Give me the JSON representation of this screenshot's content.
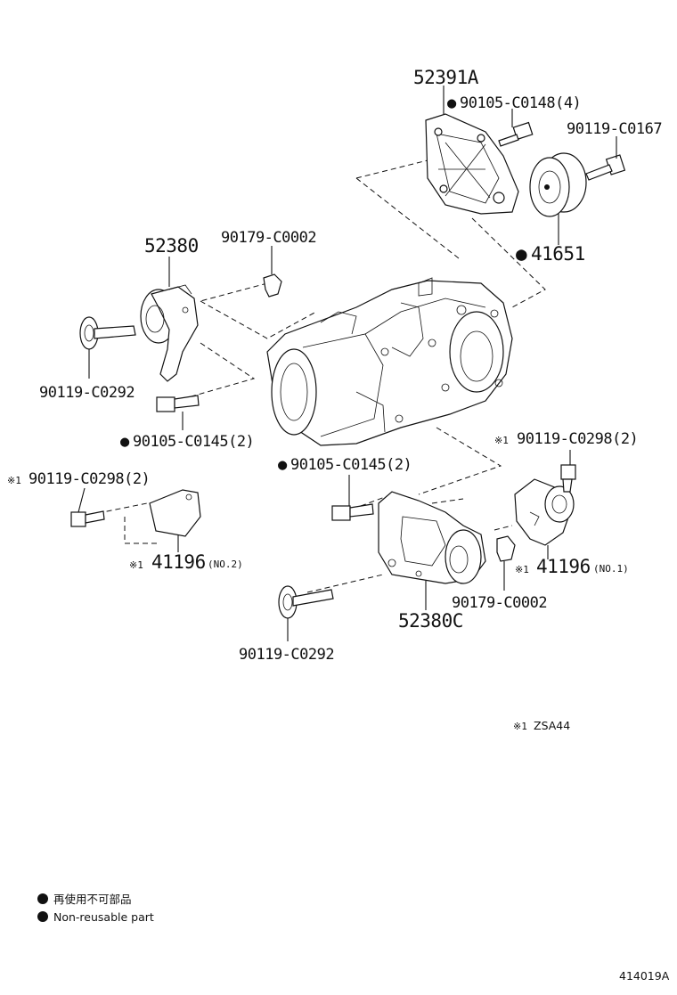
{
  "labels": {
    "p52391A": "52391A",
    "p90105_C0148": "90105-C0148(4)",
    "p90119_C0167": "90119-C0167",
    "p41651": "41651",
    "p52380": "52380",
    "p90179_top": "90179-C0002",
    "p90119_C0292_left": "90119-C0292",
    "p90105_C0145_left": "90105-C0145(2)",
    "p90119_C0298_right": "90119-C0298(2)",
    "p90105_C0145_mid": "90105-C0145(2)",
    "p90119_C0298_left": "90119-C0298(2)",
    "p41196_no2": "41196",
    "p41196_no2_suffix": "(NO.2)",
    "p41196_no1": "41196",
    "p41196_no1_suffix": "(NO.1)",
    "p90179_bottom": "90179-C0002",
    "p52380C": "52380C",
    "p90119_C0292_bottom": "90119-C0292"
  },
  "marks": {
    "non_reusable_dot": "●",
    "zsa_ref_mark": "※1"
  },
  "notes": {
    "zsa": "ZSA44"
  },
  "legend": {
    "line1": "再使用不可部品",
    "line2": "Non-reusable part"
  },
  "figure_id": "414019A"
}
